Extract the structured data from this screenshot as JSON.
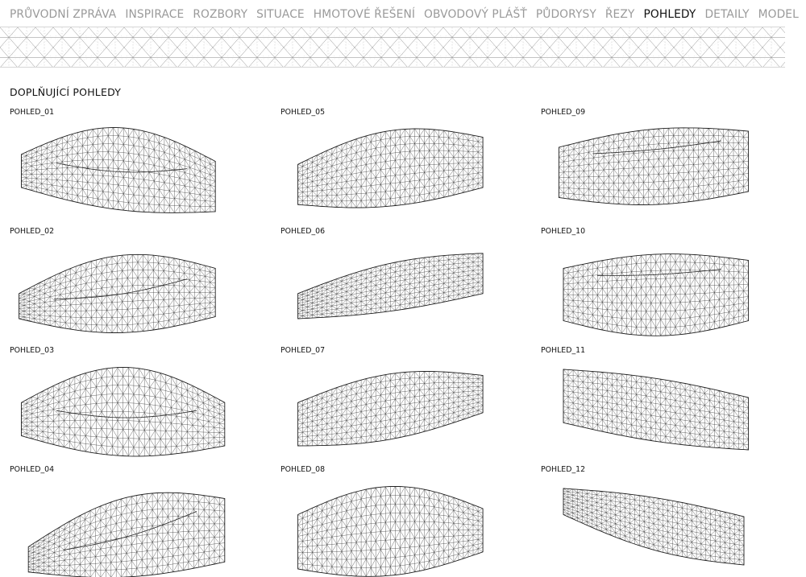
{
  "nav": {
    "items": [
      {
        "label": "PRŮVODNÍ ZPRÁVA",
        "active": false
      },
      {
        "label": "INSPIRACE",
        "active": false
      },
      {
        "label": "ROZBORY",
        "active": false
      },
      {
        "label": "SITUACE",
        "active": false
      },
      {
        "label": "HMOTOVÉ ŘEŠENÍ",
        "active": false
      },
      {
        "label": "OBVODOVÝ PLÁŠŤ",
        "active": false
      },
      {
        "label": "PŮDORYSY",
        "active": false
      },
      {
        "label": "ŘEZY",
        "active": false
      },
      {
        "label": "POHLEDY",
        "active": true
      },
      {
        "label": "DETAILY",
        "active": false
      },
      {
        "label": "MODEL",
        "active": false
      }
    ]
  },
  "section": {
    "title": "DOPLŇUJÍCÍ POHLEDY"
  },
  "views": [
    {
      "label": "POHLED_01"
    },
    {
      "label": "POHLED_02"
    },
    {
      "label": "POHLED_03"
    },
    {
      "label": "POHLED_04"
    },
    {
      "label": "POHLED_05"
    },
    {
      "label": "POHLED_06"
    },
    {
      "label": "POHLED_07"
    },
    {
      "label": "POHLED_08"
    },
    {
      "label": "POHLED_09"
    },
    {
      "label": "POHLED_10"
    },
    {
      "label": "POHLED_11"
    },
    {
      "label": "POHLED_12"
    }
  ],
  "colors": {
    "nav_text": "#9a9a9a",
    "nav_active": "#111111",
    "mesh_stroke": "#222222"
  },
  "icons": {
    "pattern": "triangular-lattice-pattern",
    "drawing": "wireframe-mesh-drawing"
  }
}
